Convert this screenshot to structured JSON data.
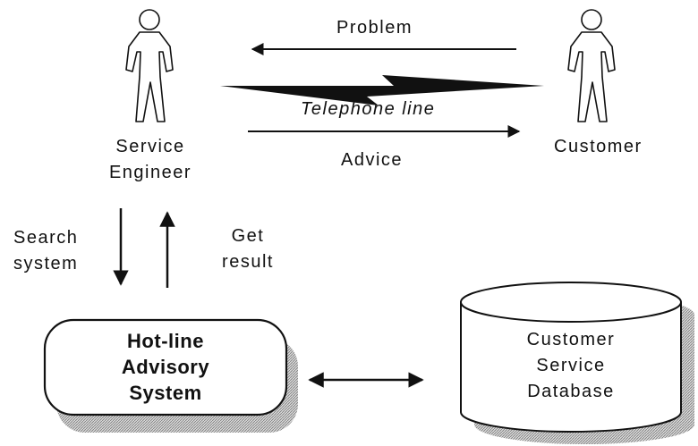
{
  "actors": {
    "service_engineer": {
      "line1": "Service",
      "line2": "Engineer"
    },
    "customer": {
      "label": "Customer"
    }
  },
  "messages": {
    "problem": "Problem",
    "telephone_line": "Telephone line",
    "advice": "Advice",
    "search_system": {
      "line1": "Search",
      "line2": "system"
    },
    "get_result": {
      "line1": "Get",
      "line2": "result"
    }
  },
  "nodes": {
    "advisory_system": {
      "line1": "Hot-line",
      "line2": "Advisory",
      "line3": "System"
    },
    "database": {
      "line1": "Customer",
      "line2": "Service",
      "line3": "Database"
    }
  },
  "colors": {
    "ink": "#111111",
    "shadow": "#9a9a9a",
    "background": "#ffffff"
  }
}
